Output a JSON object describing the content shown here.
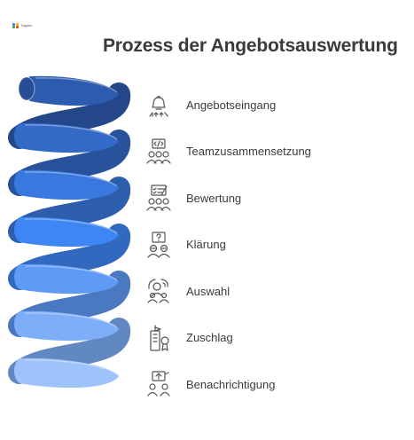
{
  "logo": {
    "text": "Napkin"
  },
  "title": "Prozess der Angebotsauswertung",
  "steps": [
    {
      "label": "Angebotseingang",
      "icon": "bell-arrows-icon"
    },
    {
      "label": "Teamzusammensetzung",
      "icon": "code-team-icon"
    },
    {
      "label": "Bewertung",
      "icon": "checklist-team-icon"
    },
    {
      "label": "Klärung",
      "icon": "question-people-icon"
    },
    {
      "label": "Auswahl",
      "icon": "select-person-icon"
    },
    {
      "label": "Zuschlag",
      "icon": "award-building-icon"
    },
    {
      "label": "Benachrichtigung",
      "icon": "notify-people-icon"
    }
  ],
  "colors": {
    "spring_top": "#2d5bb0",
    "spring_mid": "#3f86f5",
    "spring_bottom": "#9ec2fa",
    "text": "#3b3b3b",
    "icon": "#555555"
  }
}
